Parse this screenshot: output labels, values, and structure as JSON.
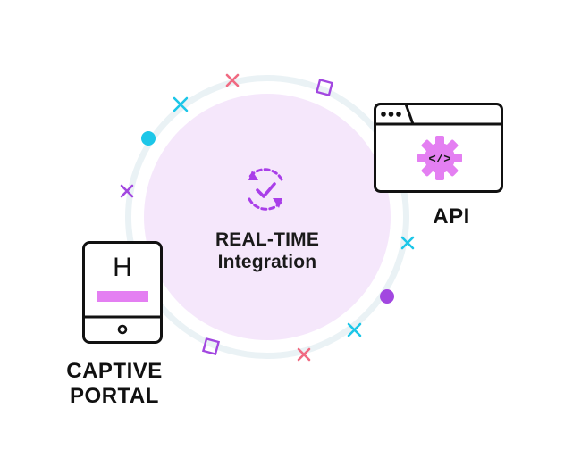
{
  "center": {
    "line1": "REAL-TIME",
    "line2": "Integration"
  },
  "api": {
    "label": "API",
    "code_glyph": "</>"
  },
  "portal": {
    "line1": "CAPTIVE",
    "line2": "PORTAL",
    "screen_letter": "H"
  },
  "colors": {
    "ring": "#eaf2f5",
    "disc": "#f5e7fb",
    "purple": "#a93ee9",
    "magenta": "#e47ff2",
    "cyan": "#1cc6e8",
    "pink": "#f06a82",
    "violet": "#a247e0",
    "outline": "#111111"
  },
  "icons": {
    "center": "sync-check-icon",
    "api": "gear-code-icon",
    "portal": "tablet-icon"
  }
}
